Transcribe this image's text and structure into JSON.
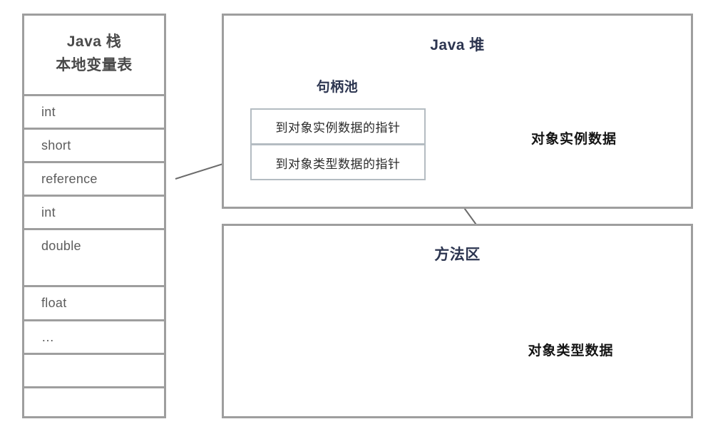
{
  "diagram": {
    "title": "Java object access via handle pool",
    "colors": {
      "border": "#9e9e9e",
      "navy_title": "#2c3550",
      "row_text": "#5c5c5c",
      "handle_border": "#b4bcc2",
      "arrow": "#6b6b6b",
      "background": "#ffffff"
    }
  },
  "stack": {
    "header_line1": "Java 栈",
    "header_line2": "本地变量表",
    "rows": [
      {
        "label": "int"
      },
      {
        "label": "short"
      },
      {
        "label": "reference"
      },
      {
        "label": "int"
      },
      {
        "label": "double"
      },
      {
        "label": "float"
      },
      {
        "label": "…"
      },
      {
        "label": ""
      },
      {
        "label": ""
      }
    ]
  },
  "heap": {
    "title": "Java 堆",
    "handle_pool": {
      "title": "句柄池",
      "rows": [
        {
          "label": "到对象实例数据的指针"
        },
        {
          "label": "到对象类型数据的指针"
        }
      ]
    },
    "instance_ellipse": {
      "label": "对象实例数据"
    }
  },
  "method_area": {
    "title": "方法区",
    "classdata_ellipse": {
      "label": "对象类型数据"
    }
  },
  "arrows": [
    {
      "name": "reference-to-handle-pool",
      "from": "reference",
      "to": "到对象类型数据的指针"
    },
    {
      "name": "handle-to-instance-data",
      "from": "到对象实例数据的指针",
      "to": "对象实例数据"
    },
    {
      "name": "handle-to-class-data",
      "from": "到对象类型数据的指针",
      "to": "对象类型数据"
    }
  ]
}
